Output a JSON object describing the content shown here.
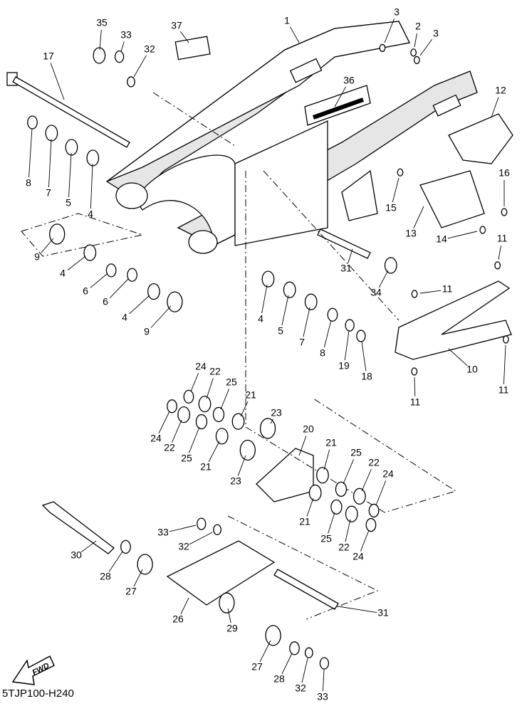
{
  "diagram_code": "5TJP100-H240",
  "fwd_label": "FWD",
  "callouts": [
    "1",
    "2",
    "3",
    "3",
    "35",
    "33",
    "32",
    "37",
    "17",
    "36",
    "12",
    "8",
    "7",
    "5",
    "4",
    "16",
    "15",
    "13",
    "14",
    "9",
    "4",
    "6",
    "6",
    "4",
    "9",
    "11",
    "31",
    "34",
    "11",
    "4",
    "5",
    "7",
    "8",
    "19",
    "18",
    "10",
    "11",
    "11",
    "24",
    "22",
    "25",
    "21",
    "23",
    "24",
    "22",
    "25",
    "21",
    "20",
    "21",
    "23",
    "25",
    "22",
    "24",
    "21",
    "25",
    "22",
    "24",
    "33",
    "32",
    "30",
    "28",
    "27",
    "26",
    "31",
    "29",
    "27",
    "28",
    "32",
    "33"
  ]
}
